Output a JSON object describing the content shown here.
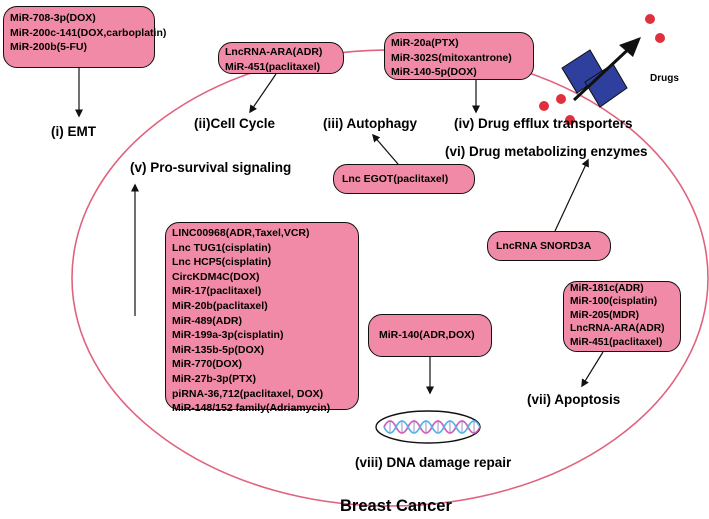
{
  "title": "Breast Cancer",
  "drugs_label": "Drugs",
  "mechanisms": [
    {
      "id": "emt",
      "label": "(i) EMT",
      "items": [
        "MiR-708-3p(DOX)",
        "MiR-200c-141(DOX,carboplatin)",
        "MiR-200b(5-FU)"
      ]
    },
    {
      "id": "cell_cycle",
      "label": "(ii)Cell Cycle",
      "items": [
        "LncRNA-ARA(ADR)",
        "MiR-451(paclitaxel)"
      ]
    },
    {
      "id": "autophagy",
      "label": "(iii) Autophagy",
      "items": [
        "Lnc EGOT(paclitaxel)"
      ]
    },
    {
      "id": "efflux",
      "label": "(iv) Drug efflux transporters",
      "items": [
        "MiR-20a(PTX)",
        "MiR-302S(mitoxantrone)",
        "MiR-140-5p(DOX)"
      ]
    },
    {
      "id": "pro_survival",
      "label": "(v) Pro-survival signaling",
      "items": [
        "LINC00968(ADR,Taxel,VCR)",
        "Lnc TUG1(cisplatin)",
        "Lnc HCP5(cisplatin)",
        "CircKDM4C(DOX)",
        "MiR-17(paclitaxel)",
        "MiR-20b(paclitaxel)",
        "MiR-489(ADR)",
        "MiR-199a-3p(cisplatin)",
        "MiR-135b-5p(DOX)",
        "MiR-770(DOX)",
        "MiR-27b-3p(PTX)",
        "piRNA-36,712(paclitaxel, DOX)",
        "MiR-148/152 family(Adriamycin)"
      ]
    },
    {
      "id": "metabolizing",
      "label": "(vi) Drug metabolizing enzymes",
      "items": [
        "LncRNA SNORD3A"
      ]
    },
    {
      "id": "apoptosis",
      "label": "(vii) Apoptosis",
      "items": [
        "MiR-181c(ADR)",
        "MiR-100(cisplatin)",
        "MiR-205(MDR)",
        "LncRNA-ARA(ADR)",
        "MiR-451(paclitaxel)"
      ]
    },
    {
      "id": "dna_repair",
      "label": "(viii) DNA damage repair",
      "items": [
        "MiR-140(ADR,DOX)"
      ]
    }
  ],
  "colors": {
    "box_fill": "#f08aa6",
    "outline": "#e0637e",
    "drug_dots": "#e0303e",
    "transporter": "#2e3f9e",
    "dna_strand_a": "#d060b8",
    "dna_strand_b": "#55b4e6"
  },
  "icons": [
    "drug-efflux-pump-icon",
    "dna-helix-icon"
  ]
}
